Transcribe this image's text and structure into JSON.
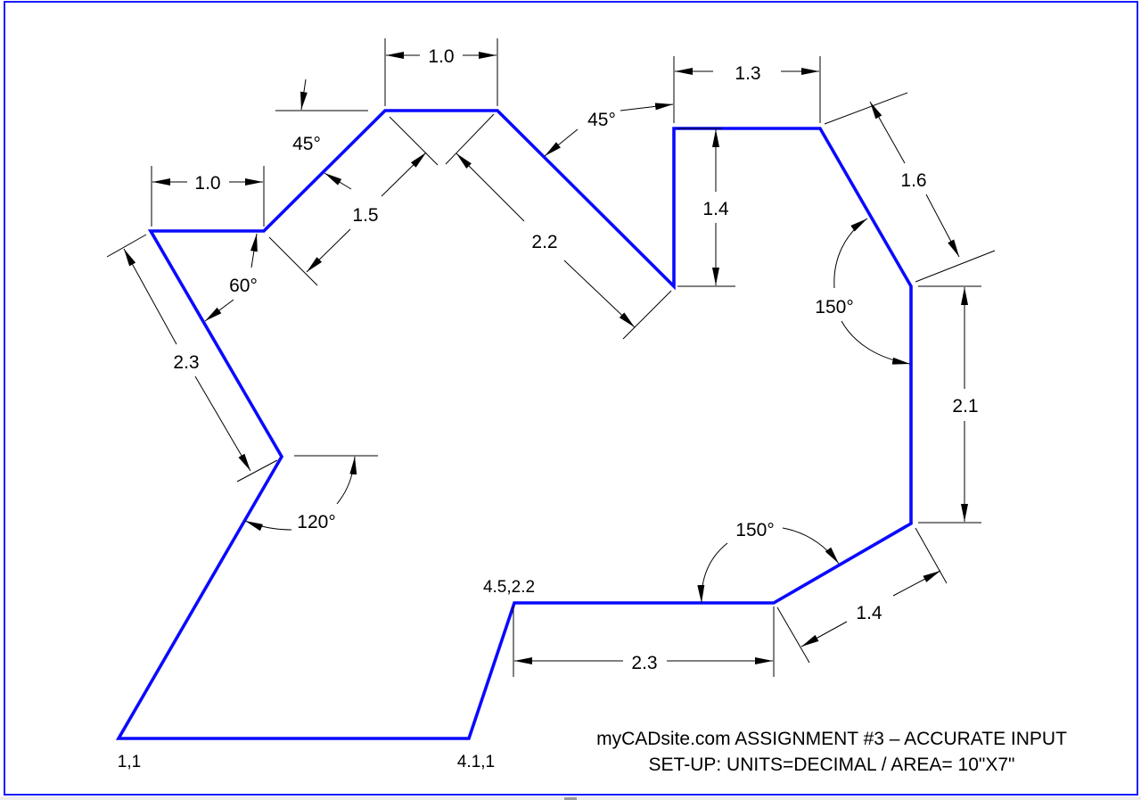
{
  "drawing": {
    "frame_color": "#1a1aff",
    "outline_color": "#0a0aff",
    "dimension_color": "#000000",
    "background": "#ffffff"
  },
  "coordinates": {
    "start": "1,1",
    "point_2": "4.1,1",
    "point_3": "4.5,2.2"
  },
  "dimensions": {
    "left_top_horizontal": "1.0",
    "top_horizontal": "1.0",
    "right_top_horizontal": "1.3",
    "diagonal_45_up": "1.5",
    "diagonal_down": "2.2",
    "vertical_notch": "1.4",
    "right_upper_slant": "1.6",
    "right_vertical": "2.1",
    "lower_right_slant": "1.4",
    "bottom_shelf": "2.3",
    "left_slant": "2.3"
  },
  "angles": {
    "upper_left_45": "45°",
    "top_45": "45°",
    "left_60": "60°",
    "left_120": "120°",
    "right_150_upper": "150°",
    "right_150_lower": "150°"
  },
  "title_block": {
    "line1": "myCADsite.com ASSIGNMENT #3 – ACCURATE INPUT",
    "line2": "SET-UP: UNITS=DECIMAL / AREA= 10\"X7\""
  }
}
